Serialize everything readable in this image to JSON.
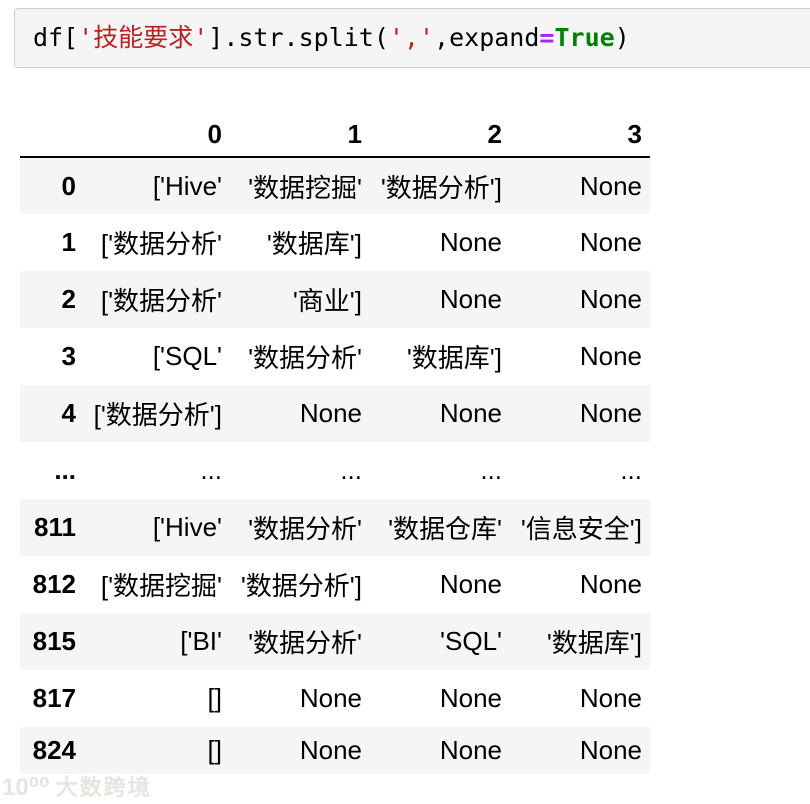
{
  "code_cell": {
    "tokens": [
      {
        "t": "df[",
        "c": "plain"
      },
      {
        "t": "'技能要求'",
        "c": "string"
      },
      {
        "t": "].str.split(",
        "c": "plain"
      },
      {
        "t": "','",
        "c": "string"
      },
      {
        "t": ",expand",
        "c": "plain"
      },
      {
        "t": "=",
        "c": "operator"
      },
      {
        "t": "True",
        "c": "keyword"
      },
      {
        "t": ")",
        "c": "plain"
      }
    ],
    "full_text": "df['技能要求'].str.split(',',expand=True)"
  },
  "table": {
    "columns": [
      "0",
      "1",
      "2",
      "3"
    ],
    "rows": [
      {
        "index": "0",
        "cells": [
          "['Hive'",
          "'数据挖掘'",
          "'数据分析']",
          "None"
        ]
      },
      {
        "index": "1",
        "cells": [
          "['数据分析'",
          "'数据库']",
          "None",
          "None"
        ]
      },
      {
        "index": "2",
        "cells": [
          "['数据分析'",
          "'商业']",
          "None",
          "None"
        ]
      },
      {
        "index": "3",
        "cells": [
          "['SQL'",
          "'数据分析'",
          "'数据库']",
          "None"
        ]
      },
      {
        "index": "4",
        "cells": [
          "['数据分析']",
          "None",
          "None",
          "None"
        ]
      },
      {
        "index": "...",
        "cells": [
          "...",
          "...",
          "...",
          "..."
        ]
      },
      {
        "index": "811",
        "cells": [
          "['Hive'",
          "'数据分析'",
          "'数据仓库'",
          "'信息安全']"
        ]
      },
      {
        "index": "812",
        "cells": [
          "['数据挖掘'",
          "'数据分析']",
          "None",
          "None"
        ]
      },
      {
        "index": "815",
        "cells": [
          "['BI'",
          "'数据分析'",
          "'SQL'",
          "'数据库']"
        ]
      },
      {
        "index": "817",
        "cells": [
          "[]",
          "None",
          "None",
          "None"
        ]
      },
      {
        "index": "824",
        "cells": [
          "[]",
          "None",
          "None",
          "None"
        ]
      }
    ]
  },
  "watermark": {
    "logo": "10⁰⁰",
    "name": "大数跨境"
  },
  "colors": {
    "string": "#ba2121",
    "operator": "#aa22ff",
    "keyword": "#008000",
    "stripe": "#f5f5f5",
    "cell_bg": "#f5f5f5",
    "cell_border": "#cfcfcf"
  }
}
